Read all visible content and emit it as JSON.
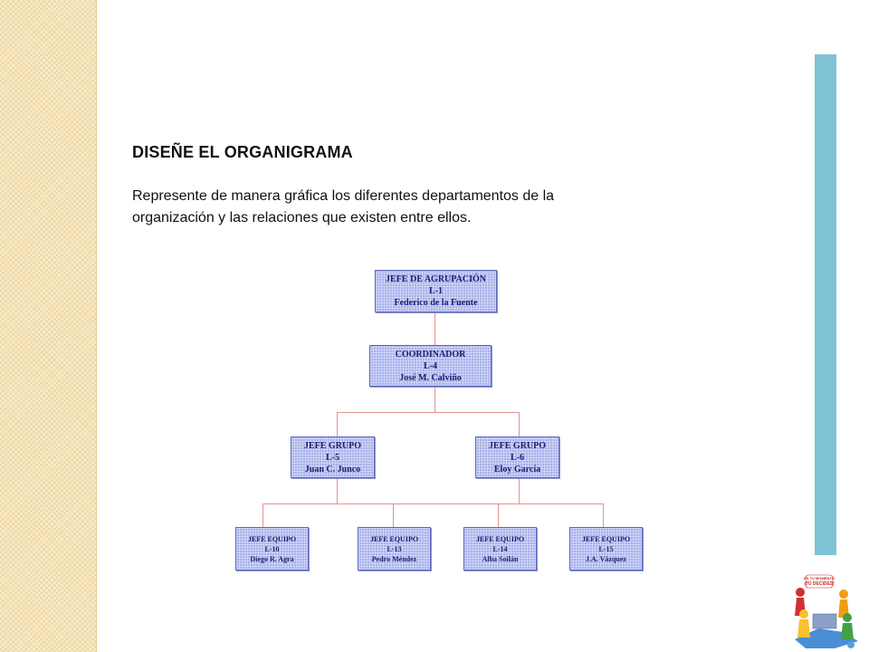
{
  "slide": {
    "title": "DISEÑE EL ORGANIGRAMA",
    "description": "Represente de manera gráfica los diferentes departamentos de la organización y las relaciones que existen entre ellos."
  },
  "org": {
    "root": {
      "role": "JEFE DE AGRUPACIÓN",
      "code": "L-1",
      "person": "Federico de la Fuente"
    },
    "coordinator": {
      "role": "COORDINADOR",
      "code": "L-4",
      "person": "José M. Calviño"
    },
    "group_leaders": [
      {
        "role": "JEFE GRUPO",
        "code": "L-5",
        "person": "Juan C. Junco"
      },
      {
        "role": "JEFE GRUPO",
        "code": "L-6",
        "person": "Eloy García"
      }
    ],
    "team_leaders": [
      {
        "role": "JEFE EQUIPO",
        "code": "L-10",
        "person": "Diego R. Agra"
      },
      {
        "role": "JEFE EQUIPO",
        "code": "L-13",
        "person": "Pedro Méndez"
      },
      {
        "role": "JEFE EQUIPO",
        "code": "L-14",
        "person": "Alba Soilán"
      },
      {
        "role": "JEFE EQUIPO",
        "code": "L-15",
        "person": "J.A. Vázquez"
      }
    ]
  },
  "logo": {
    "caption_top": "ES TU MOMENTO",
    "caption_bottom": "¡TÚ DECIDES!"
  },
  "colors": {
    "side_band": "#f6e3b6",
    "accent_bar": "#7fc3d6",
    "box_fill": "#a9b2ec",
    "box_text": "#1c1f6e",
    "connector": "#e89090"
  }
}
